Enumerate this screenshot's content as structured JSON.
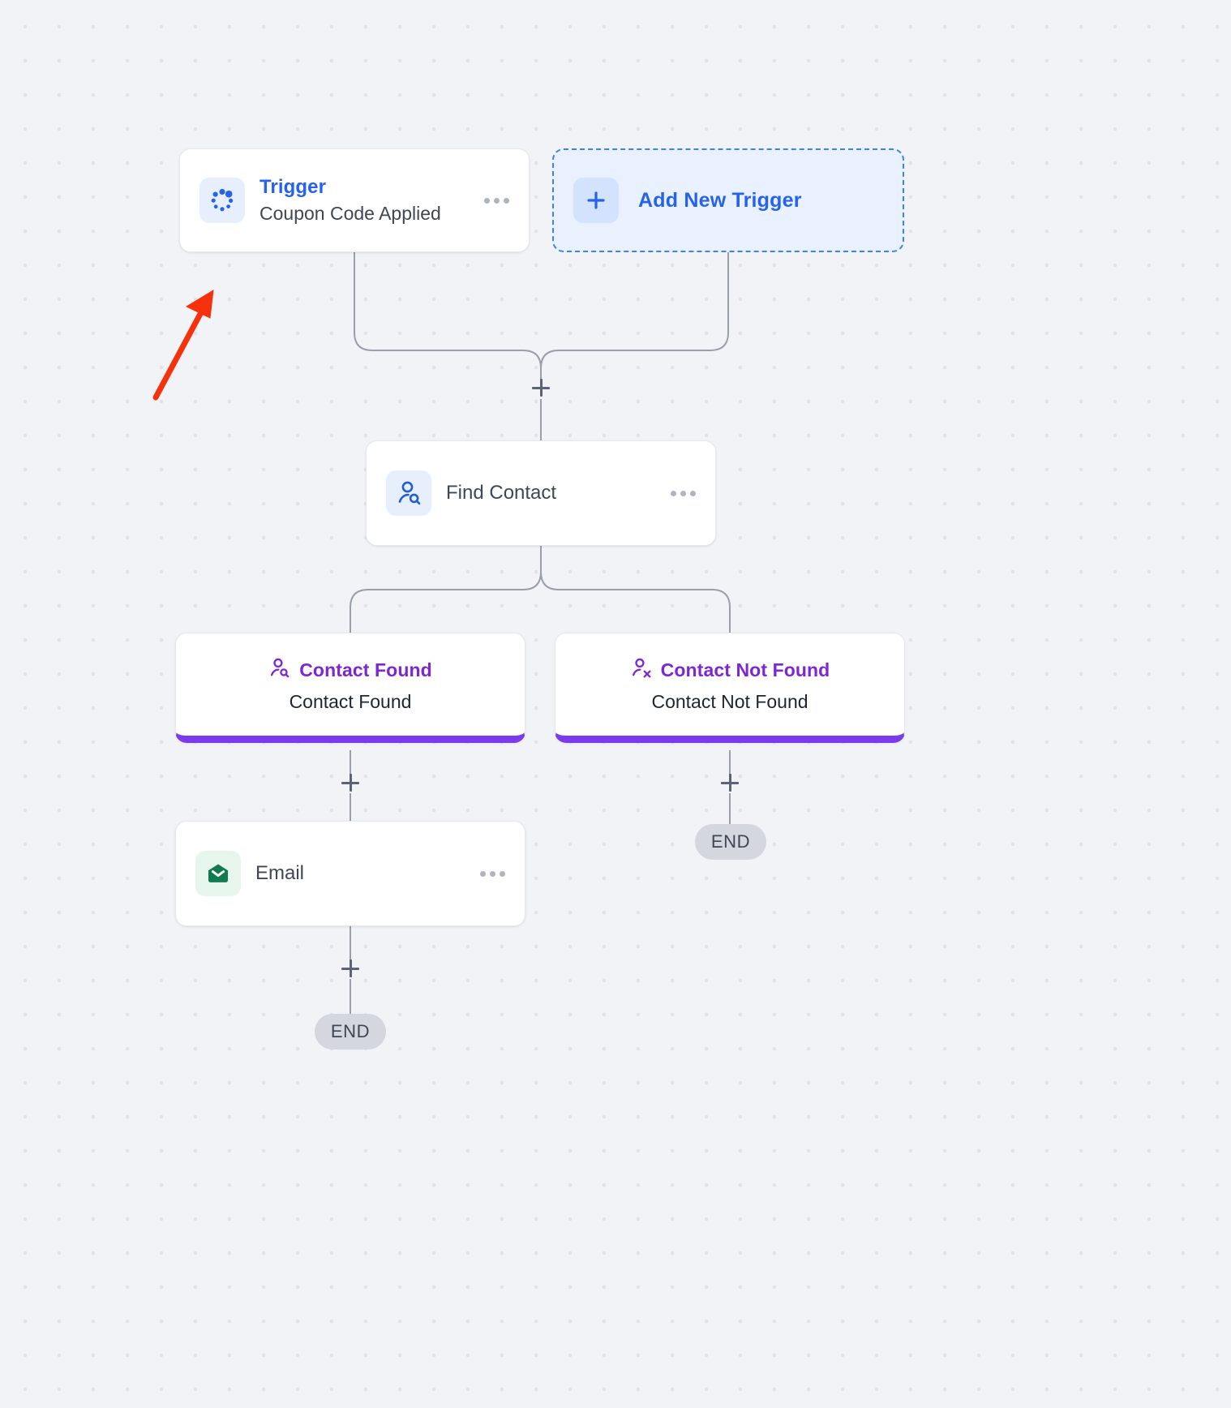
{
  "canvas": {
    "background_color": "#f1f3f7",
    "dot_color": "#dfe3ea"
  },
  "theme": {
    "accent_blue": "#2563eb",
    "accent_purple": "#7c3aed",
    "branch_label_purple": "#7c26d4",
    "email_green": "#0f7b4f",
    "annotation_red": "#f5320c",
    "end_pill_bg": "#d4d7de",
    "connector_line": "#9aa0ab"
  },
  "nodes": {
    "trigger": {
      "icon": "trigger-dots-icon",
      "title": "Trigger",
      "subtitle": "Coupon Code Applied",
      "menu": "kebab-menu-icon"
    },
    "add_trigger": {
      "icon": "plus-icon",
      "label": "Add New Trigger"
    },
    "find_contact": {
      "icon": "person-search-icon",
      "label": "Find Contact",
      "menu": "kebab-menu-icon"
    },
    "branch_found": {
      "icon": "person-search-icon",
      "title": "Contact Found",
      "subtitle": "Contact Found"
    },
    "branch_not_found": {
      "icon": "person-x-icon",
      "title": "Contact Not Found",
      "subtitle": "Contact Not Found"
    },
    "email": {
      "icon": "envelope-icon",
      "label": "Email",
      "menu": "kebab-menu-icon"
    }
  },
  "connectors": {
    "add_step_label": "+",
    "end_label_left": "END",
    "end_label_right": "END"
  },
  "annotation": {
    "type": "arrow",
    "color": "#f5320c",
    "points_to": "trigger-node"
  }
}
